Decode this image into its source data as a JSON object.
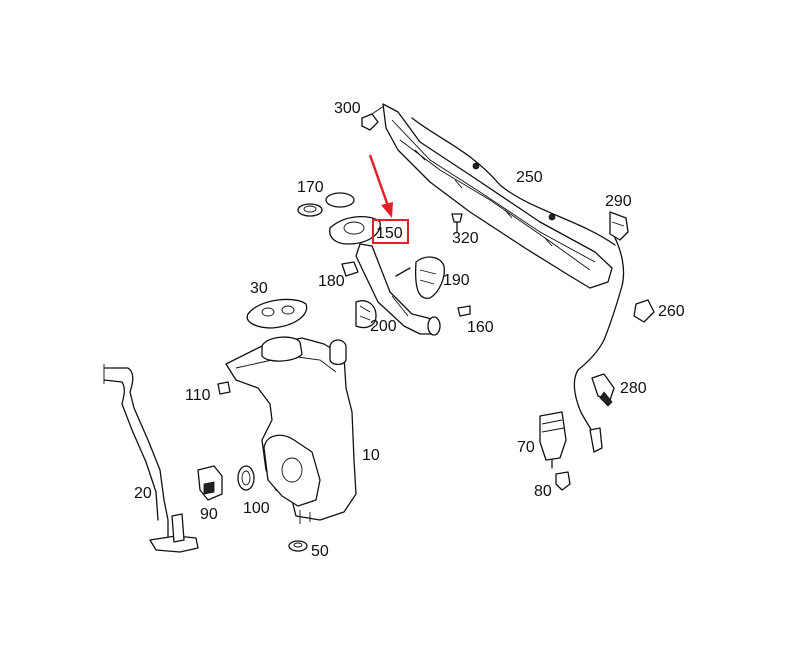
{
  "diagram": {
    "highlight": {
      "label": "150",
      "color": "#e31e24"
    },
    "labels": {
      "p10": "10",
      "p20": "20",
      "p30": "30",
      "p50": "50",
      "p70": "70",
      "p80": "80",
      "p90": "90",
      "p100": "100",
      "p110": "110",
      "p160": "160",
      "p170": "170",
      "p180": "180",
      "p190": "190",
      "p200": "200",
      "p250": "250",
      "p260": "260",
      "p280": "280",
      "p290": "290",
      "p300": "300",
      "p320": "320"
    }
  }
}
